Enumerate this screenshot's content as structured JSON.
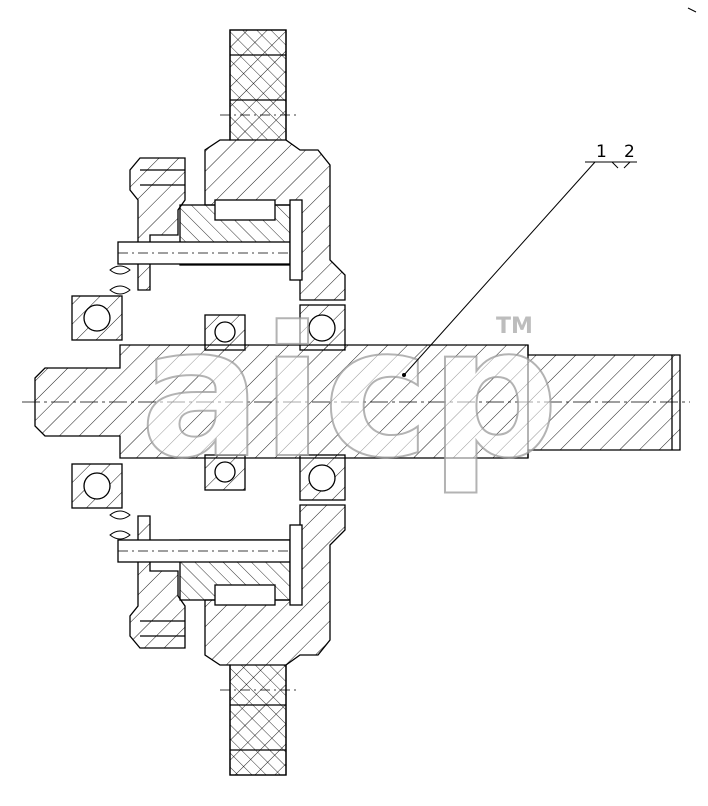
{
  "callouts": {
    "label_1": "1",
    "label_2": "2"
  },
  "watermark": {
    "text": "aicp",
    "trademark": "TM"
  },
  "colors": {
    "line": "#000000",
    "hatch": "#000000",
    "watermark_outline": "#9a9a9a",
    "background": "#ffffff"
  }
}
